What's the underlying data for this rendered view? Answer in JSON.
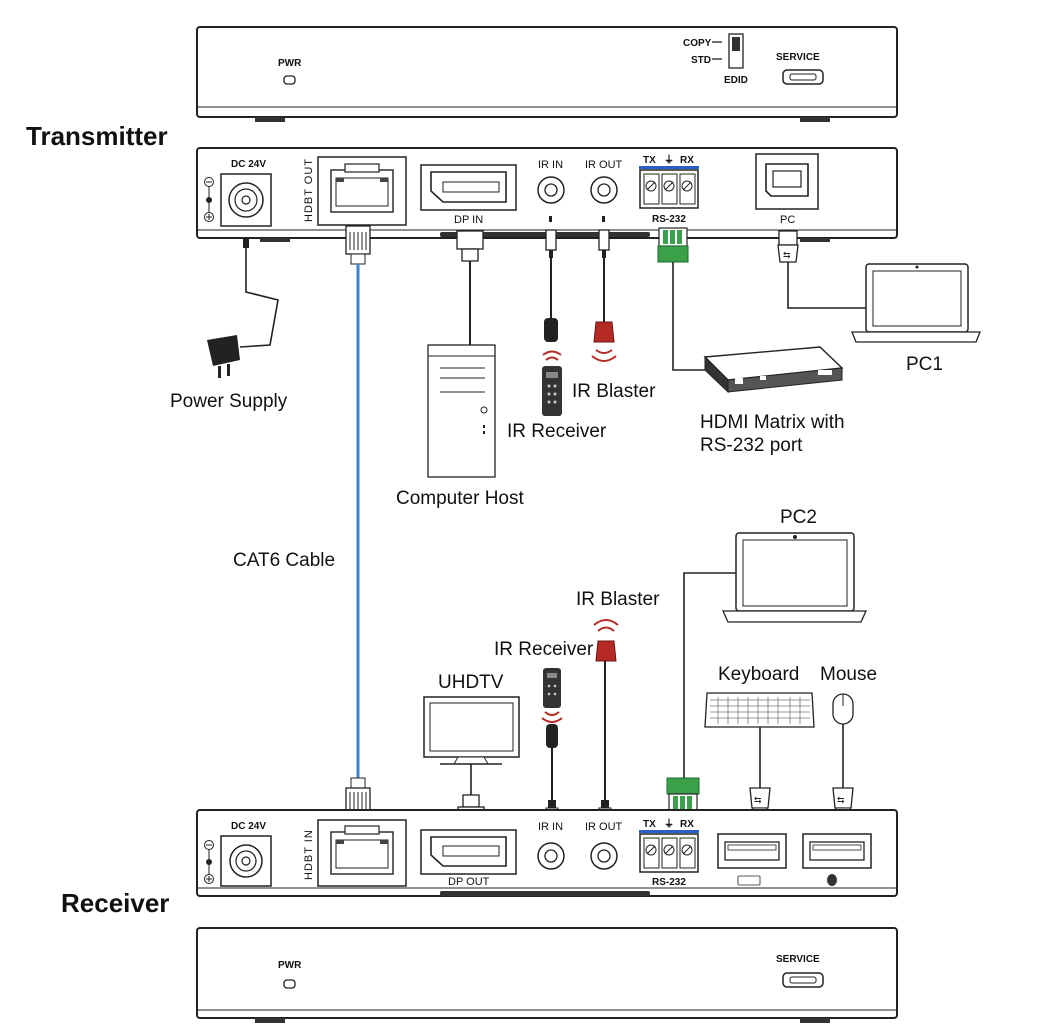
{
  "devices": {
    "transmitter": {
      "title": "Transmitter",
      "front": {
        "pwr": "PWR",
        "copy": "COPY",
        "std": "STD",
        "edid": "EDID",
        "service": "SERVICE"
      },
      "rear": {
        "dc": "DC 24V",
        "hdbt": "HDBT OUT",
        "dp": "DP IN",
        "ir_in": "IR IN",
        "ir_out": "IR OUT",
        "tx": "TX",
        "rx": "RX",
        "rs232": "RS-232",
        "pc": "PC"
      }
    },
    "receiver": {
      "title": "Receiver",
      "front": {
        "pwr": "PWR",
        "service": "SERVICE"
      },
      "rear": {
        "dc": "DC 24V",
        "hdbt": "HDBT IN",
        "dp": "DP OUT",
        "ir_in": "IR IN",
        "ir_out": "IR OUT",
        "tx": "TX",
        "rx": "RX",
        "rs232": "RS-232"
      }
    }
  },
  "peripherals": {
    "power_supply": "Power Supply",
    "computer_host": "Computer Host",
    "ir_receiver_tx": "IR Receiver",
    "ir_blaster_tx": "IR Blaster",
    "matrix_line1": "HDMI Matrix with",
    "matrix_line2": "RS-232 port",
    "pc1": "PC1",
    "cat6": "CAT6 Cable",
    "pc2": "PC2",
    "ir_blaster_rx": "IR Blaster",
    "ir_receiver_rx": "IR Receiver",
    "uhdtv": "UHDTV",
    "keyboard": "Keyboard",
    "mouse": "Mouse"
  },
  "colors": {
    "cat6": "#3a86c8",
    "ir_blaster": "#b52a25",
    "terminal": "#3aa04a",
    "rs232_bar": "#2a5ec8"
  }
}
